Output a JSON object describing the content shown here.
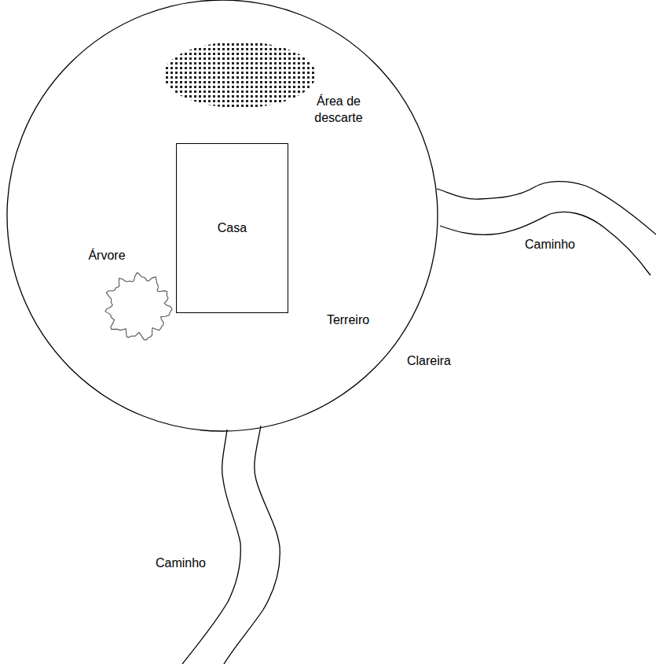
{
  "diagram": {
    "nodes": [
      {
        "text": [
          "Casa"
        ]
      }
    ],
    "labels": [
      "Área de descarte",
      "Árvore",
      "Terreiro",
      "Clareira",
      "Caminho",
      "Caminho"
    ]
  }
}
